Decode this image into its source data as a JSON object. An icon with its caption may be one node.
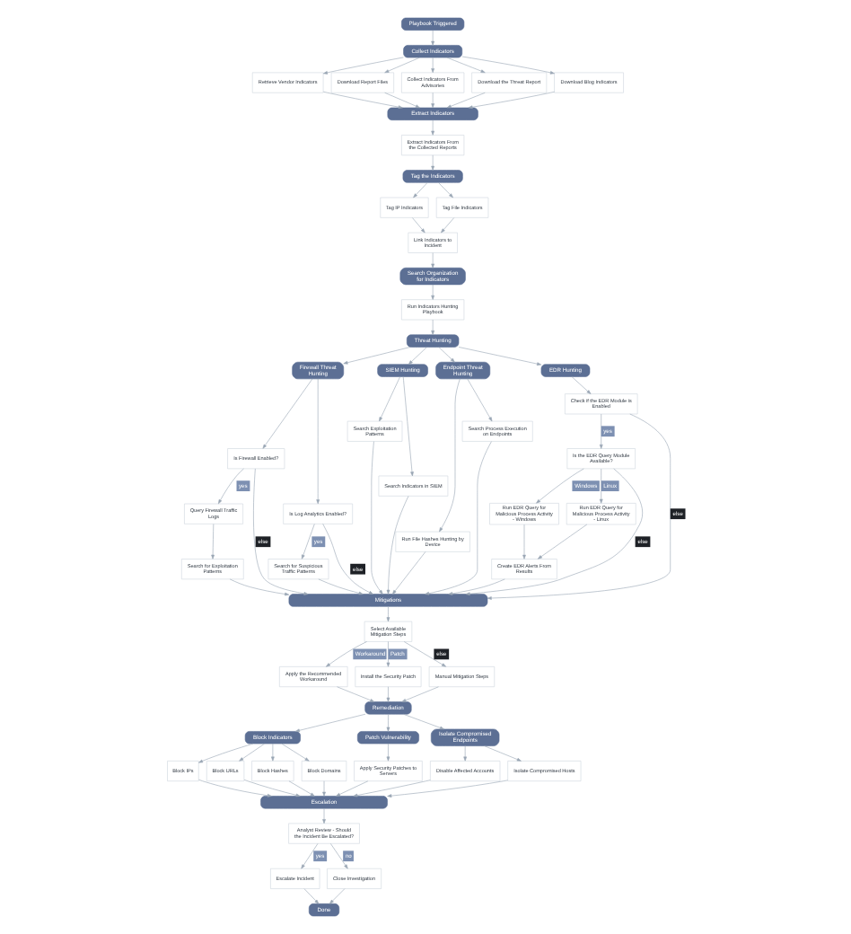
{
  "diagram": {
    "nodes": [
      {
        "text": [
          "Playbook Triggered"
        ]
      },
      {
        "text": [
          "Collect Indicators"
        ]
      },
      {
        "text": [
          "Retrieve Vendor Indicators"
        ]
      },
      {
        "text": [
          "Download Report Files"
        ]
      },
      {
        "text": [
          "Collect Indicators From Advisories"
        ]
      },
      {
        "text": [
          "Download the Threat Report"
        ]
      },
      {
        "text": [
          "Download Blog Indicators"
        ]
      },
      {
        "text": [
          "Extract Indicators"
        ]
      },
      {
        "text": [
          "Extract Indicators From the Collected Reports"
        ]
      },
      {
        "text": [
          "Tag the Indicators"
        ]
      },
      {
        "text": [
          "Tag IP Indicators"
        ]
      },
      {
        "text": [
          "Tag File Indicators"
        ]
      },
      {
        "text": [
          "Link Indicators to Incident"
        ]
      },
      {
        "text": [
          "Search Organization for Indicators"
        ]
      },
      {
        "text": [
          "Run Indicators Hunting Playbook"
        ]
      },
      {
        "text": [
          "Threat Hunting"
        ]
      },
      {
        "text": [
          "Firewall Threat Hunting"
        ]
      },
      {
        "text": [
          "SIEM Hunting"
        ]
      },
      {
        "text": [
          "Endpoint Threat Hunting"
        ]
      },
      {
        "text": [
          "EDR Hunting"
        ]
      },
      {
        "text": [
          "Is Firewall Enabled?"
        ]
      },
      {
        "text": [
          "Is Log Analytics Enabled?"
        ]
      },
      {
        "text": [
          "Query Firewall Traffic Logs"
        ]
      },
      {
        "text": [
          "Search for Suspicious Traffic Patterns"
        ]
      },
      {
        "text": [
          "Search for Exploitation Patterns"
        ]
      },
      {
        "text": [
          "Search Exploitation Patterns"
        ]
      },
      {
        "text": [
          "Search Indicators in SIEM"
        ]
      },
      {
        "text": [
          "Run File Hashes Hunting by Device"
        ]
      },
      {
        "text": [
          "Search Process Execution on Endpoints"
        ]
      },
      {
        "text": [
          "Check if the EDR Module is Enabled"
        ]
      },
      {
        "text": [
          "Is the EDR Query Module Available?"
        ]
      },
      {
        "text": [
          "Run EDR Query for Malicious Process Activity - Windows"
        ]
      },
      {
        "text": [
          "Run EDR Query for Malicious Process Activity - Linux"
        ]
      },
      {
        "text": [
          "Create EDR Alerts From Results"
        ]
      },
      {
        "text": [
          "Mitigations"
        ]
      },
      {
        "text": [
          "Select Available Mitigation Steps"
        ]
      },
      {
        "text": [
          "Apply the Recommended Workaround"
        ]
      },
      {
        "text": [
          "Install the Security Patch"
        ]
      },
      {
        "text": [
          "Manual Mitigation Steps"
        ]
      },
      {
        "text": [
          "Remediation"
        ]
      },
      {
        "text": [
          "Block Indicators"
        ]
      },
      {
        "text": [
          "Patch Vulnerability"
        ]
      },
      {
        "text": [
          "Isolate Compromised Endpoints"
        ]
      },
      {
        "text": [
          "Block IPs"
        ]
      },
      {
        "text": [
          "Block URLs"
        ]
      },
      {
        "text": [
          "Block Hashes"
        ]
      },
      {
        "text": [
          "Block Domains"
        ]
      },
      {
        "text": [
          "Apply Security Patches to Servers"
        ]
      },
      {
        "text": [
          "Disable Affected Accounts"
        ]
      },
      {
        "text": [
          "Isolate Compromised Hosts"
        ]
      },
      {
        "text": [
          "Escalation"
        ]
      },
      {
        "text": [
          "Analyst Review - Should the Incident Be Escalated?"
        ]
      },
      {
        "text": [
          "Escalate Incident"
        ]
      },
      {
        "text": [
          "Close Investigation"
        ]
      },
      {
        "text": [
          "Done"
        ]
      }
    ],
    "edges": [
      {
        "from": 0,
        "to": 1,
        "arrow": "to"
      },
      {
        "from": 1,
        "to": 2,
        "arrow": "to"
      },
      {
        "from": 1,
        "to": 3,
        "arrow": "to"
      },
      {
        "from": 1,
        "to": 4,
        "arrow": "to"
      },
      {
        "from": 1,
        "to": 5,
        "arrow": "to"
      },
      {
        "from": 1,
        "to": 6,
        "arrow": "to"
      },
      {
        "from": 2,
        "to": 7,
        "arrow": "to"
      },
      {
        "from": 3,
        "to": 7,
        "arrow": "to"
      },
      {
        "from": 4,
        "to": 7,
        "arrow": "to"
      },
      {
        "from": 5,
        "to": 7,
        "arrow": "to"
      },
      {
        "from": 6,
        "to": 7,
        "arrow": "to"
      },
      {
        "from": 7,
        "to": 8,
        "arrow": "to"
      },
      {
        "from": 8,
        "to": 9,
        "arrow": "to"
      },
      {
        "from": 9,
        "to": 10,
        "arrow": "to"
      },
      {
        "from": 9,
        "to": 11,
        "arrow": "to"
      },
      {
        "from": 10,
        "to": 12,
        "arrow": "to"
      },
      {
        "from": 11,
        "to": 12,
        "arrow": "to"
      },
      {
        "from": 12,
        "to": 13,
        "arrow": "to"
      },
      {
        "from": 13,
        "to": 14,
        "arrow": "to"
      },
      {
        "from": 14,
        "to": 15,
        "arrow": "to"
      },
      {
        "from": 15,
        "to": 16,
        "arrow": "to"
      },
      {
        "from": 15,
        "to": 17,
        "arrow": "to"
      },
      {
        "from": 15,
        "to": 18,
        "arrow": "to"
      },
      {
        "from": 15,
        "to": 19,
        "arrow": "to"
      },
      {
        "from": 16,
        "to": 20,
        "arrow": "to"
      },
      {
        "from": 16,
        "to": 21,
        "arrow": "to"
      },
      {
        "from": 20,
        "to": 22,
        "arrow": "to",
        "label": "yes"
      },
      {
        "from": 20,
        "to": 34,
        "arrow": "to",
        "label": "else"
      },
      {
        "from": 21,
        "to": 23,
        "arrow": "to",
        "label": "yes"
      },
      {
        "from": 21,
        "to": 34,
        "arrow": "to",
        "label": "else"
      },
      {
        "from": 22,
        "to": 24,
        "arrow": "to"
      },
      {
        "from": 24,
        "to": 34,
        "arrow": "to"
      },
      {
        "from": 23,
        "to": 34,
        "arrow": "to"
      },
      {
        "from": 17,
        "to": 25,
        "arrow": "to"
      },
      {
        "from": 17,
        "to": 26,
        "arrow": "to"
      },
      {
        "from": 25,
        "to": 34,
        "arrow": "to"
      },
      {
        "from": 26,
        "to": 34,
        "arrow": "to"
      },
      {
        "from": 18,
        "to": 27,
        "arrow": "to"
      },
      {
        "from": 18,
        "to": 28,
        "arrow": "to"
      },
      {
        "from": 27,
        "to": 34,
        "arrow": "to"
      },
      {
        "from": 28,
        "to": 34,
        "arrow": "to"
      },
      {
        "from": 19,
        "to": 29,
        "arrow": "to"
      },
      {
        "from": 29,
        "to": 30,
        "arrow": "to",
        "label": "yes"
      },
      {
        "from": 29,
        "to": 34,
        "arrow": "to",
        "label": "else"
      },
      {
        "from": 30,
        "to": 31,
        "arrow": "to",
        "label": "Windows"
      },
      {
        "from": 30,
        "to": 32,
        "arrow": "to",
        "label": "Linux"
      },
      {
        "from": 30,
        "to": 34,
        "arrow": "to",
        "label": "else"
      },
      {
        "from": 31,
        "to": 33,
        "arrow": "to"
      },
      {
        "from": 32,
        "to": 33,
        "arrow": "to"
      },
      {
        "from": 33,
        "to": 34,
        "arrow": "to"
      },
      {
        "from": 34,
        "to": 35,
        "arrow": "to"
      },
      {
        "from": 35,
        "to": 36,
        "arrow": "to",
        "label": "Workaround"
      },
      {
        "from": 35,
        "to": 37,
        "arrow": "to",
        "label": "Patch"
      },
      {
        "from": 35,
        "to": 38,
        "arrow": "to",
        "label": "else"
      },
      {
        "from": 36,
        "to": 39,
        "arrow": "to"
      },
      {
        "from": 37,
        "to": 39,
        "arrow": "to"
      },
      {
        "from": 38,
        "to": 39,
        "arrow": "to"
      },
      {
        "from": 39,
        "to": 40,
        "arrow": "to"
      },
      {
        "from": 39,
        "to": 41,
        "arrow": "to"
      },
      {
        "from": 39,
        "to": 42,
        "arrow": "to"
      },
      {
        "from": 40,
        "to": 43,
        "arrow": "to"
      },
      {
        "from": 40,
        "to": 44,
        "arrow": "to"
      },
      {
        "from": 40,
        "to": 45,
        "arrow": "to"
      },
      {
        "from": 40,
        "to": 46,
        "arrow": "to"
      },
      {
        "from": 41,
        "to": 47,
        "arrow": "to"
      },
      {
        "from": 42,
        "to": 48,
        "arrow": "to"
      },
      {
        "from": 42,
        "to": 49,
        "arrow": "to"
      },
      {
        "from": 43,
        "to": 50,
        "arrow": "to"
      },
      {
        "from": 44,
        "to": 50,
        "arrow": "to"
      },
      {
        "from": 45,
        "to": 50,
        "arrow": "to"
      },
      {
        "from": 46,
        "to": 50,
        "arrow": "to"
      },
      {
        "from": 47,
        "to": 50,
        "arrow": "to"
      },
      {
        "from": 48,
        "to": 50,
        "arrow": "to"
      },
      {
        "from": 49,
        "to": 50,
        "arrow": "to"
      },
      {
        "from": 50,
        "to": 51,
        "arrow": "to"
      },
      {
        "from": 51,
        "to": 52,
        "arrow": "to",
        "label": "yes"
      },
      {
        "from": 51,
        "to": 53,
        "arrow": "to",
        "label": "no"
      },
      {
        "from": 52,
        "to": 54,
        "arrow": "to"
      },
      {
        "from": 53,
        "to": 54,
        "arrow": "to"
      }
    ]
  }
}
